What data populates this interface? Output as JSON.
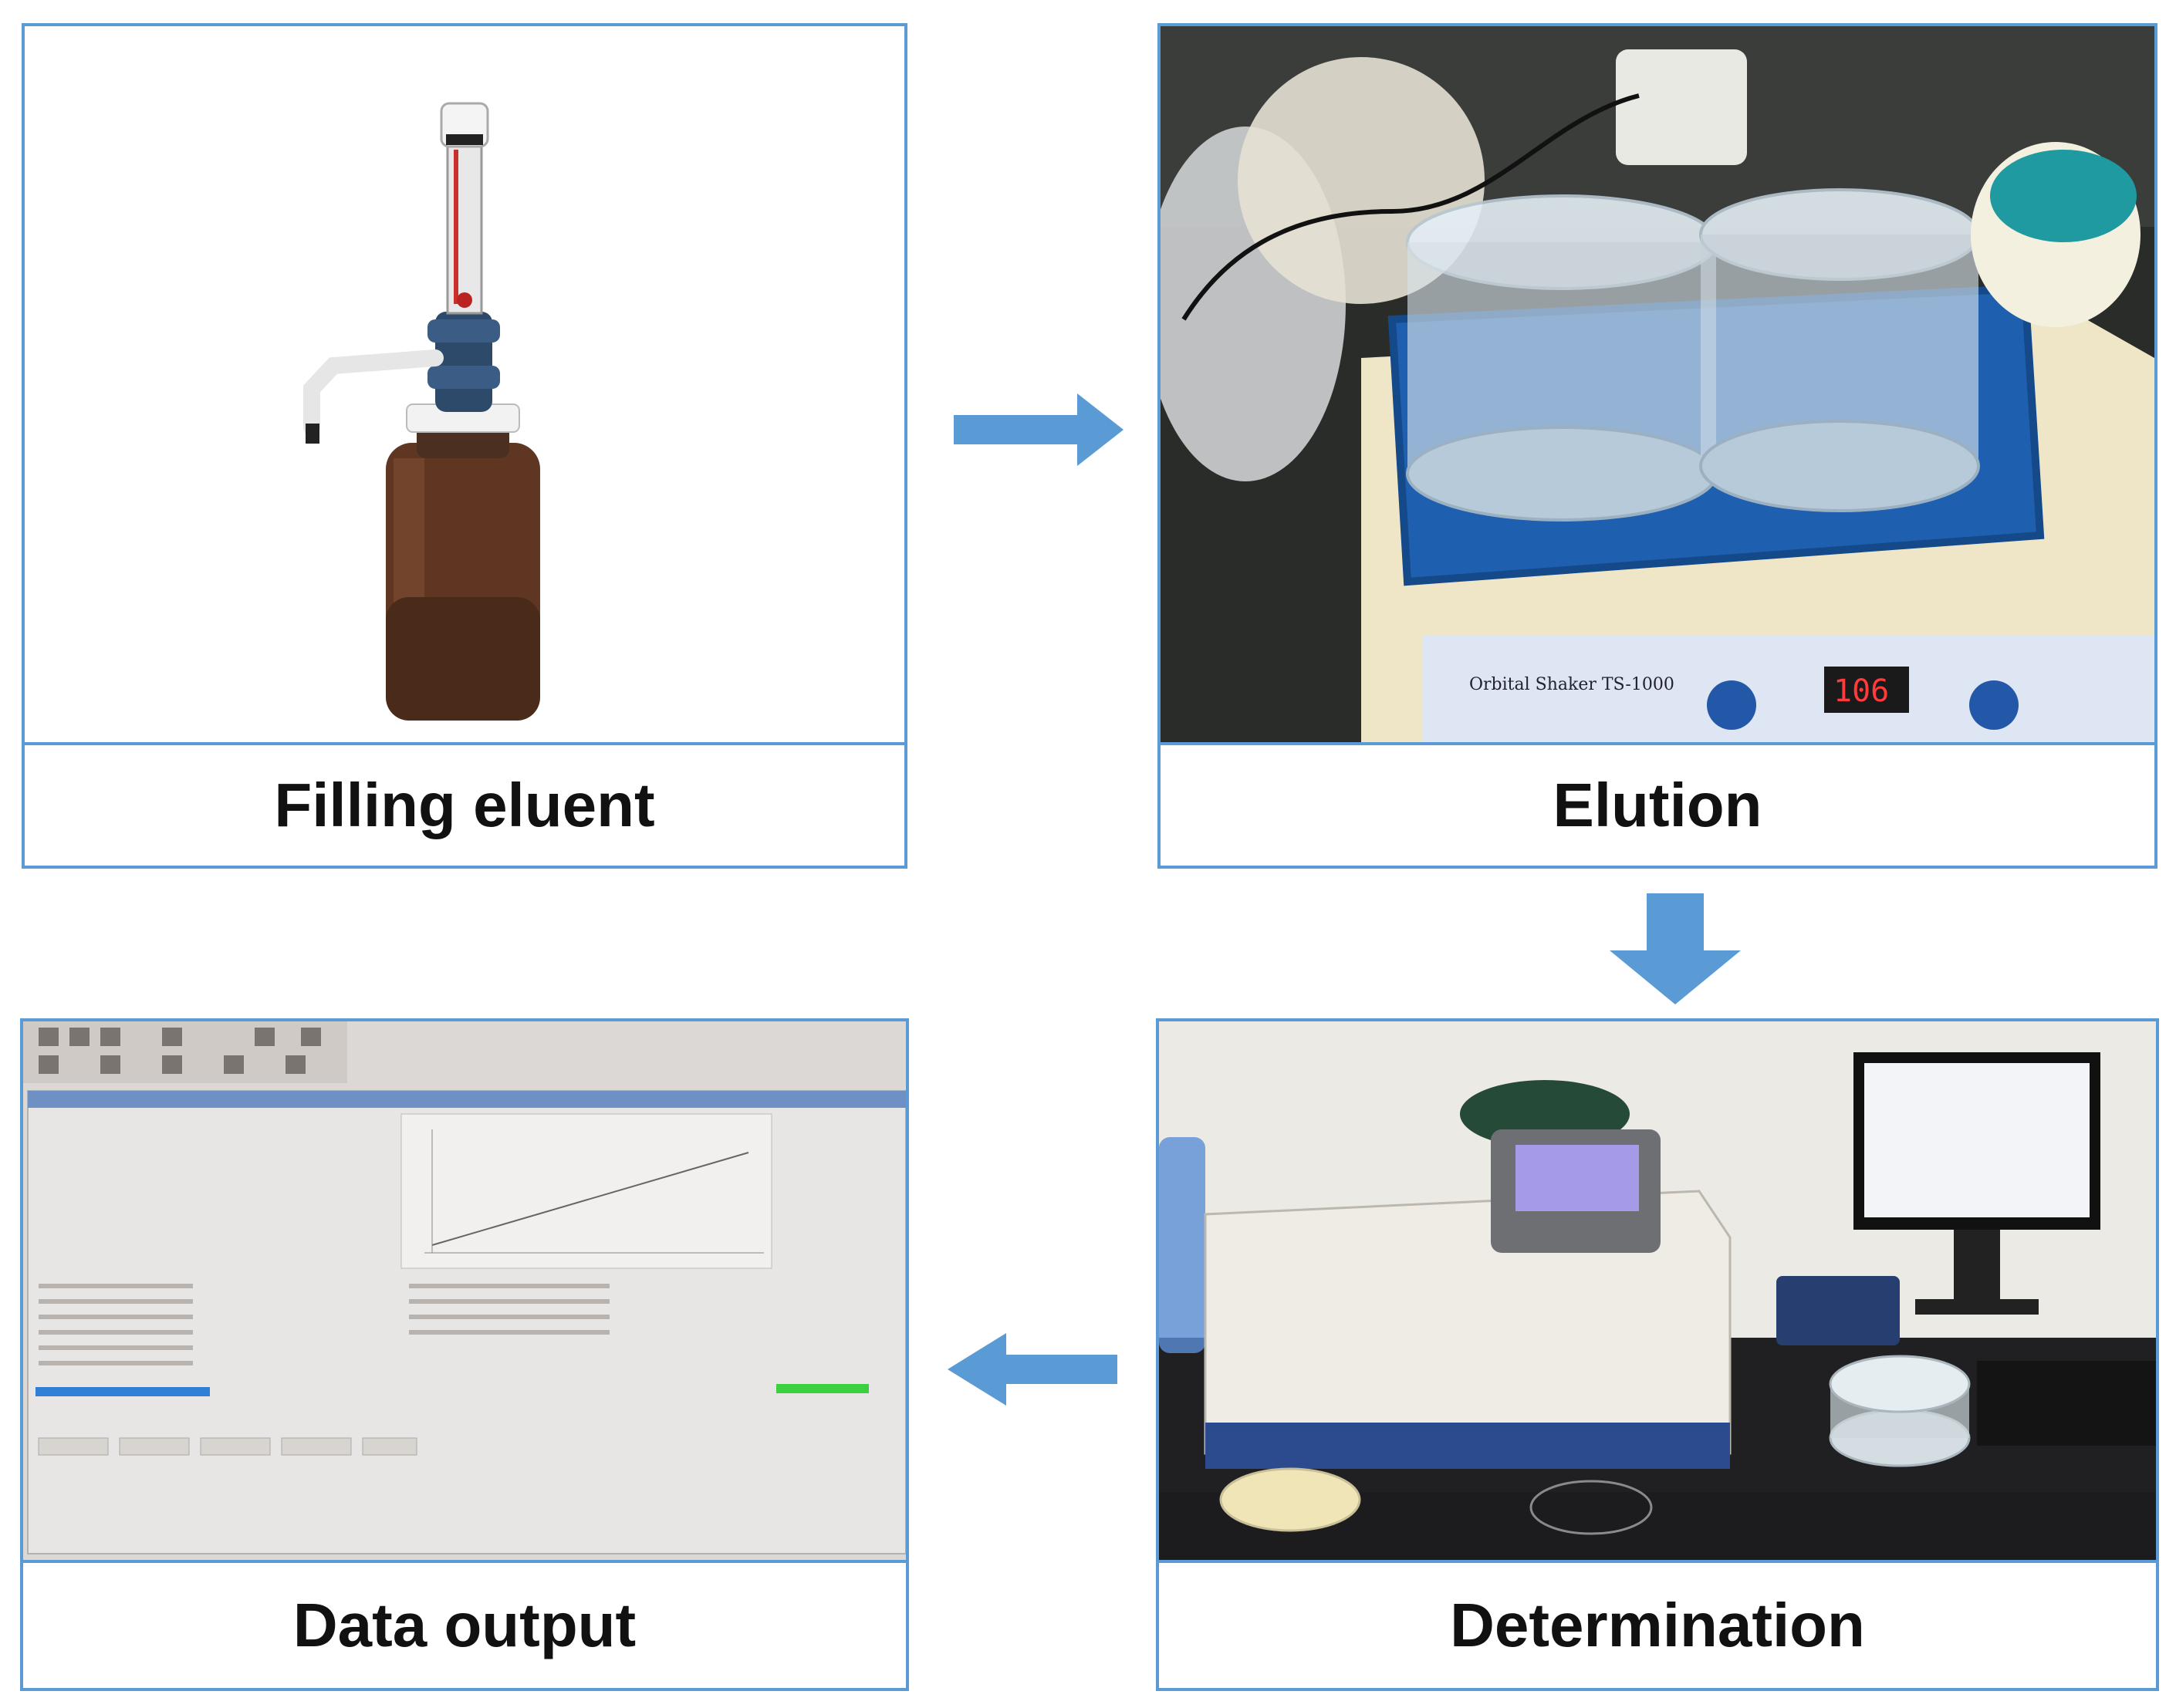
{
  "steps": [
    {
      "caption": "Filling eluent",
      "image": "bottle-top-dispenser-on-amber-bottle"
    },
    {
      "caption": "Elution",
      "image": "petri-dishes-on-orbital-shaker"
    },
    {
      "caption": "Determination",
      "image": "uv-vis-spectrophotometer-with-monitor"
    },
    {
      "caption": "Data output",
      "image": "spectrophotometer-software-screen"
    }
  ],
  "device_labels": {
    "shaker_brand": "Orbital  Shaker TS-1000",
    "speed_display": "106"
  },
  "colors": {
    "border": "#5b9bd5",
    "arrow": "#5b9bd5"
  },
  "icons": [
    "arrow-right-icon",
    "arrow-down-icon",
    "arrow-left-icon"
  ]
}
